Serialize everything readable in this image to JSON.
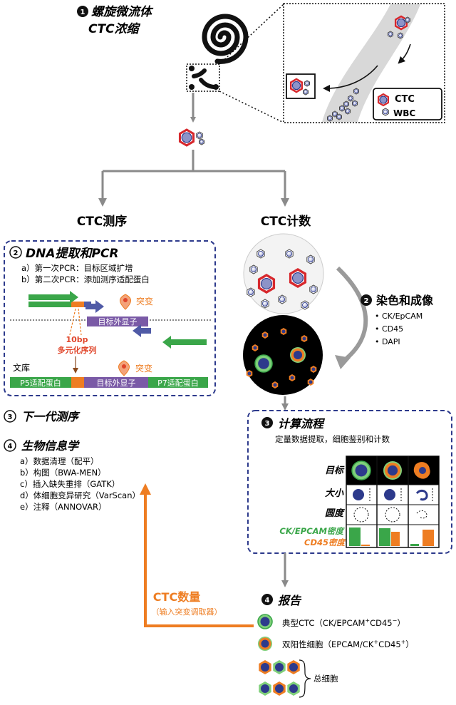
{
  "step1": {
    "num": "1",
    "title_line1": "螺旋微流体",
    "title_line2": "CTC浓缩"
  },
  "zoom_legend": {
    "ctc": "CTC",
    "wbc": "WBC"
  },
  "branch_left": "CTC测序",
  "branch_right": "CTC计数",
  "dna_box": {
    "num": "2",
    "title": "DNA提取和PCR",
    "line_a": "a）第一次PCR：目标区域扩增",
    "line_b": "b）第二次PCR：添加测序适配蛋白",
    "mutation1": "突变",
    "target_exon1": "目标外显子",
    "barcode_line1": "10bp",
    "barcode_line2": "多元化序列",
    "library": "文库",
    "mutation2": "突变",
    "p5": "P5适配蛋白",
    "target_exon2": "目标外显子",
    "p7": "P7适配蛋白"
  },
  "step3_left": {
    "num": "3",
    "title": "下一代测序"
  },
  "step4_left": {
    "num": "4",
    "title": "生物信息学",
    "items": [
      "a）数据清理（配平）",
      "b）构图（BWA-MEN）",
      "c）插入缺失重排（GATK）",
      "d）体细胞变异研究（VarScan）",
      "e）注释（ANNOVAR）"
    ]
  },
  "step2_right": {
    "num": "2",
    "title": "染色和成像",
    "stains": [
      "CK/EpCAM",
      "CD45",
      "DAPI"
    ]
  },
  "step3_right": {
    "num": "3",
    "title": "计算流程",
    "subtitle": "定量数据提取，细胞鉴别和计数",
    "row_target": "目标",
    "row_size": "大小",
    "row_round": "圆度",
    "ck_density": "CK/EPCAM密度",
    "cd45_density": "CD45密度"
  },
  "report": {
    "num": "4",
    "title": "报告",
    "typical_prefix": "典型CTC（CK/EPCAM",
    "typical_s1": "+",
    "typical_mid": "CD45",
    "typical_s2": "−",
    "typical_suffix": "）",
    "dual_prefix": "双阳性细胞（EPCAM/CK",
    "dual_s1": "+",
    "dual_mid": "CD45",
    "dual_s2": "+",
    "dual_suffix": "）",
    "total": "总细胞"
  },
  "ctc_count": {
    "title": "CTC数量",
    "subtitle": "（输入突变调取器）"
  },
  "colors": {
    "orange": "#ee7d22",
    "green": "#3aa649",
    "purple": "#7a5aa6",
    "blue": "#4f5aa6",
    "navy": "#2d3a8c",
    "red": "#d7282d",
    "gray": "#9a9a9a",
    "dashed_border": "#2d3a8c"
  }
}
